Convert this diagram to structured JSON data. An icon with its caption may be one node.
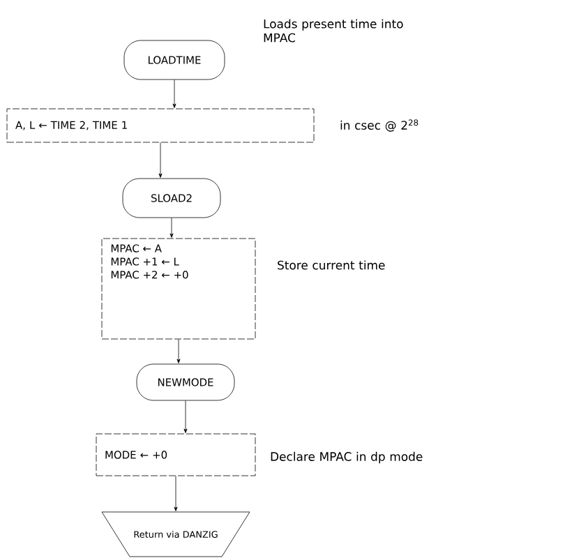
{
  "diagram": {
    "nodes": [
      {
        "text": [
          "LOADTIME"
        ],
        "beside": [
          "Loads present time into MPAC"
        ]
      },
      {
        "text": [
          "A, L ← TIME 2, TIME 1"
        ],
        "beside": [
          "in csec @ 2$^{28}$"
        ]
      },
      {
        "text": [
          "SLOAD2"
        ]
      },
      {
        "text": [
          "MPAC ← A",
          "MPAC +1 ← L",
          "MPAC +2 ← +0"
        ],
        "beside": [
          "Store current time"
        ]
      },
      {
        "text": [
          "NEWMODE"
        ]
      },
      {
        "text": [
          "MODE ← +0"
        ],
        "beside": [
          "Declare MPAC in dp mode"
        ]
      },
      {
        "text": [
          "Return via DANZIG"
        ]
      }
    ],
    "edges": [
      {
        "from": 0,
        "to": 1,
        "arrow": "to"
      },
      {
        "from": 1,
        "to": 2,
        "arrow": "to"
      },
      {
        "from": 2,
        "to": 3,
        "arrow": "to"
      },
      {
        "from": 3,
        "to": 4,
        "arrow": "to"
      },
      {
        "from": 4,
        "to": 5,
        "arrow": "to"
      },
      {
        "from": 5,
        "to": 6,
        "arrow": "to"
      }
    ]
  }
}
